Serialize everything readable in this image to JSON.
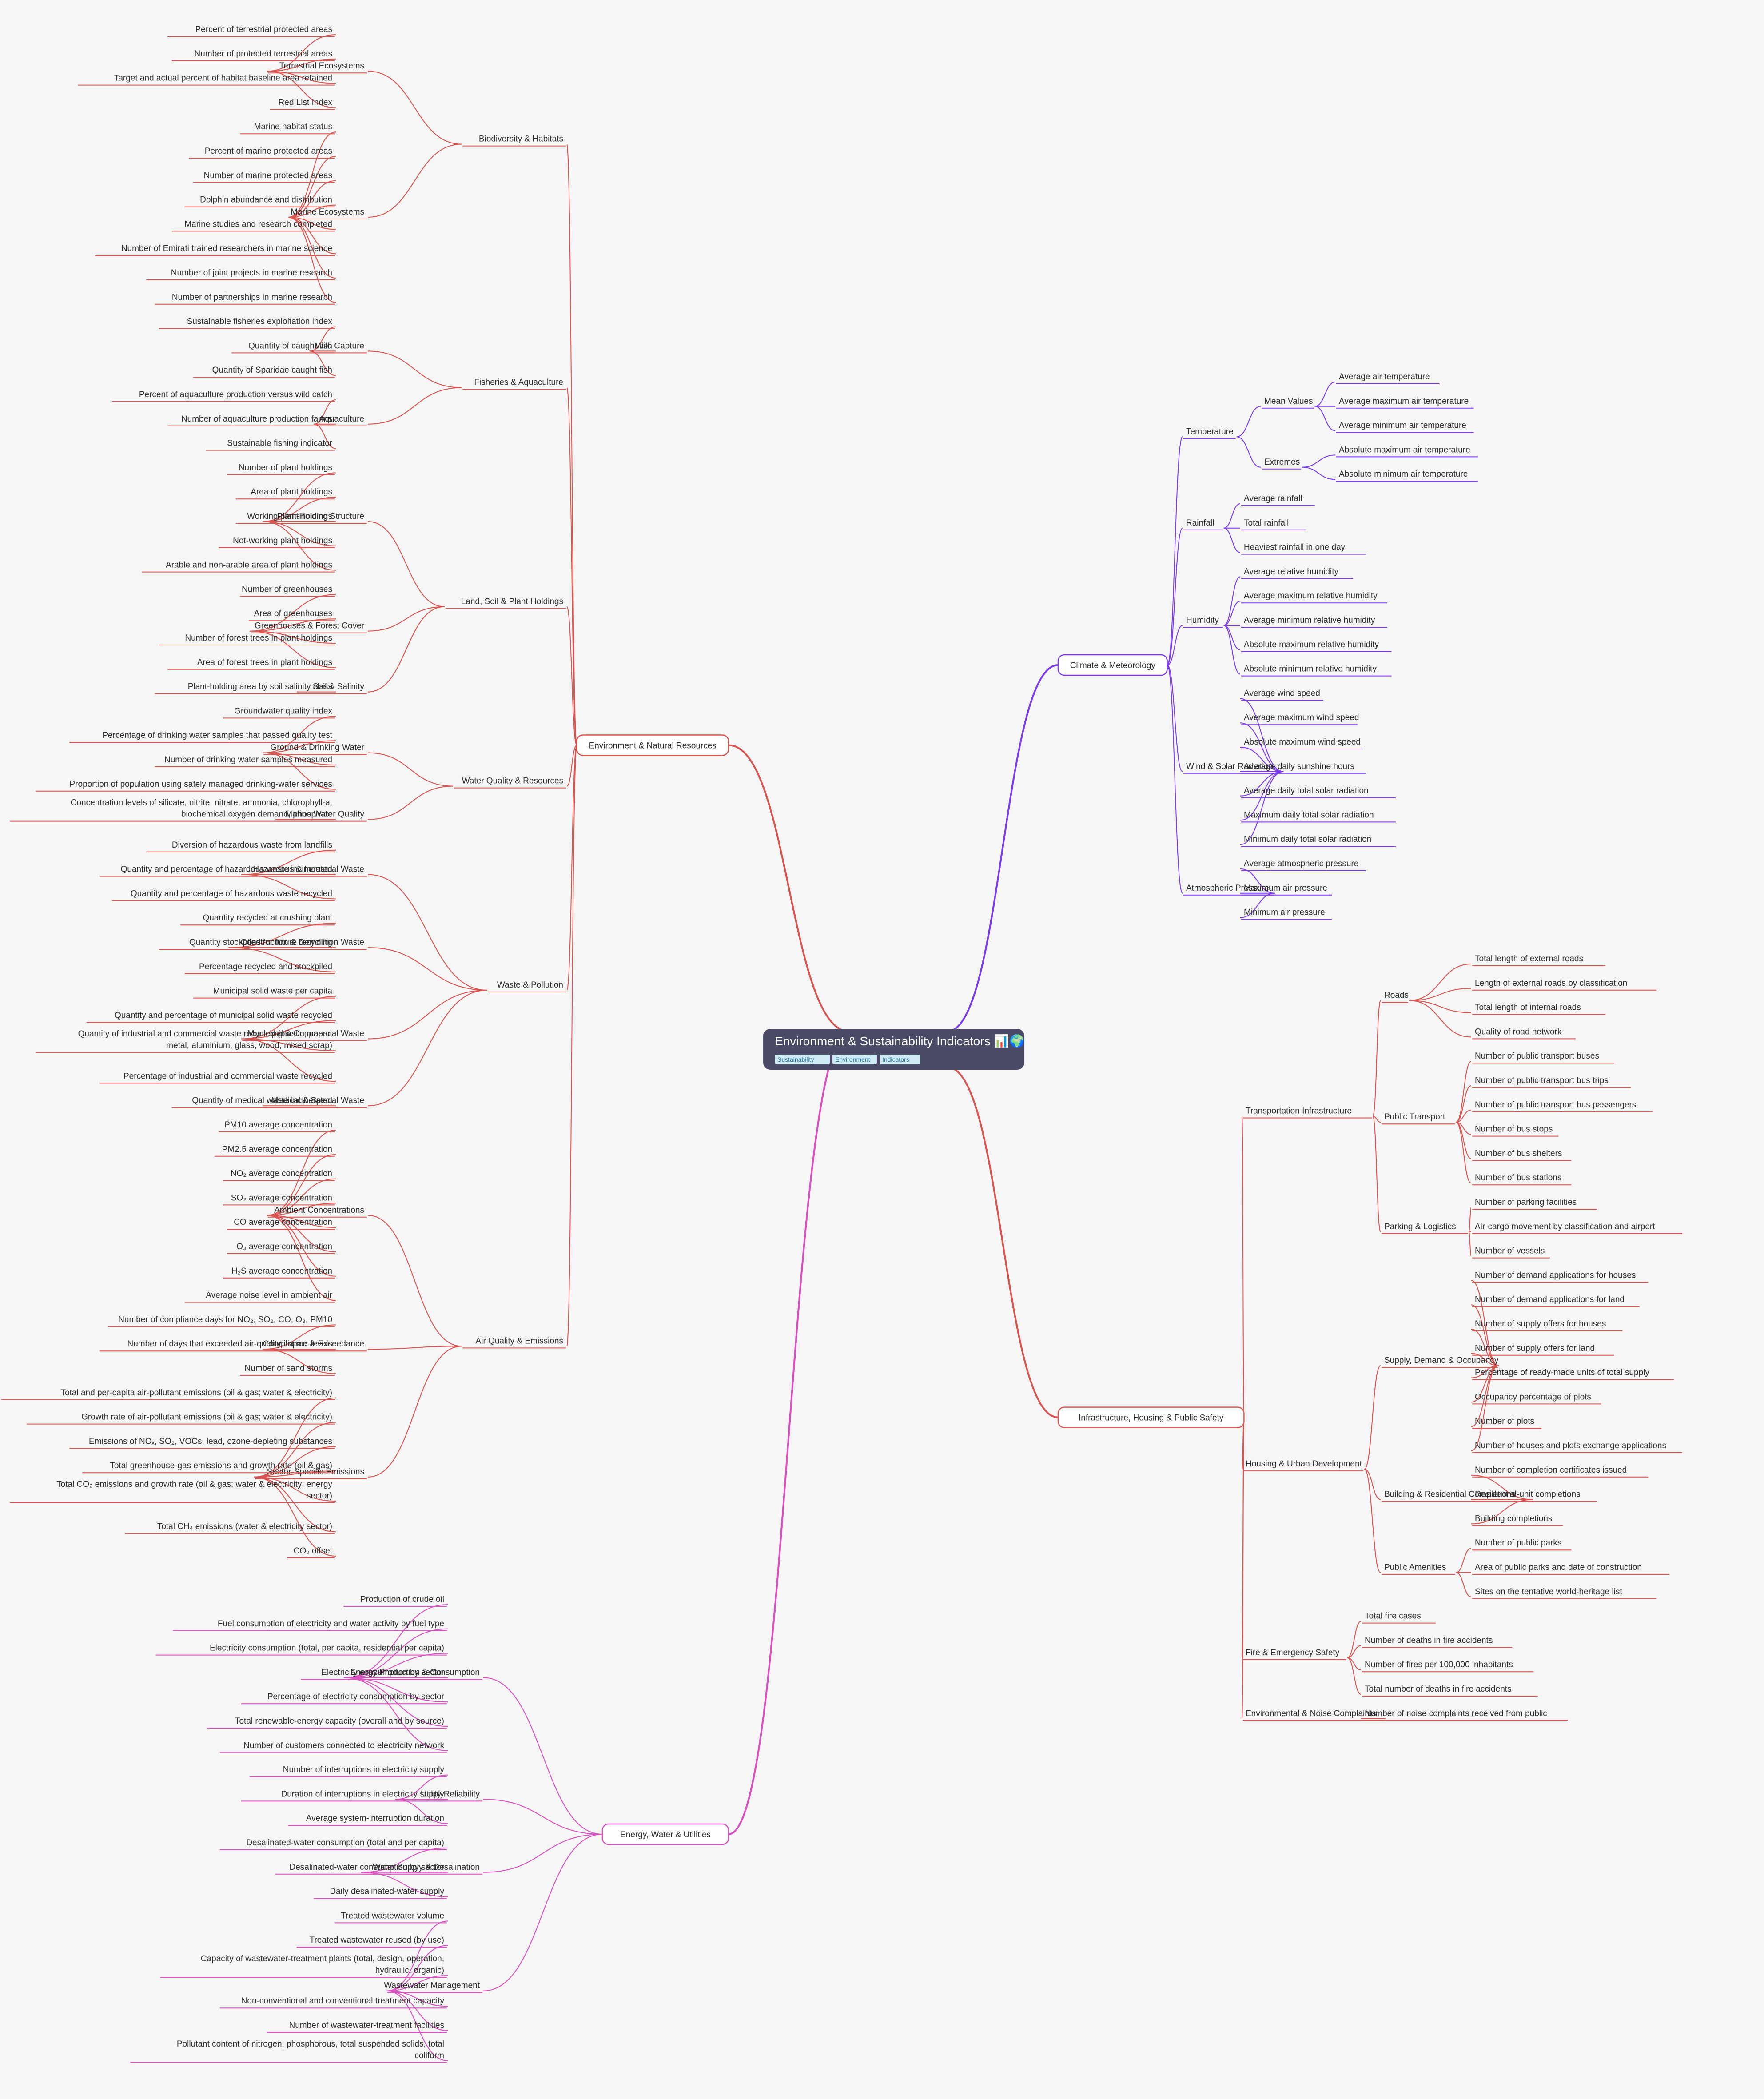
{
  "root": {
    "title": "Environment & Sustainability Indicators 📊🌍",
    "tags": [
      "Sustainability",
      "Environment",
      "Indicators"
    ]
  },
  "colors": {
    "red": "#d9534f",
    "purple": "#7c3aed",
    "pink": "#d94fc0"
  },
  "branches": [
    {
      "label": "Environment & Natural Resources",
      "side": "left",
      "color": "red",
      "children": [
        {
          "label": "Biodiversity & Habitats",
          "children": [
            {
              "label": "Terrestrial Ecosystems",
              "children": [
                {
                  "label": "Percent of terrestrial protected areas"
                },
                {
                  "label": "Number of protected terrestrial areas"
                },
                {
                  "label": "Target and actual percent of habitat baseline area retained"
                },
                {
                  "label": "Red List Index"
                }
              ]
            },
            {
              "label": "Marine Ecosystems",
              "children": [
                {
                  "label": "Marine habitat status"
                },
                {
                  "label": "Percent of marine protected areas"
                },
                {
                  "label": "Number of marine protected areas"
                },
                {
                  "label": "Dolphin abundance and distribution"
                },
                {
                  "label": "Marine studies and research completed"
                },
                {
                  "label": "Number of Emirati trained researchers in marine science"
                },
                {
                  "label": "Number of joint projects in marine research"
                },
                {
                  "label": "Number of partnerships in marine research"
                }
              ]
            }
          ]
        },
        {
          "label": "Fisheries & Aquaculture",
          "children": [
            {
              "label": "Wild Capture",
              "children": [
                {
                  "label": "Sustainable fisheries exploitation index"
                },
                {
                  "label": "Quantity of caught fish"
                },
                {
                  "label": "Quantity of Sparidae caught fish"
                }
              ]
            },
            {
              "label": "Aquaculture",
              "children": [
                {
                  "label": "Percent of aquaculture production versus wild catch"
                },
                {
                  "label": "Number of aquaculture production farms"
                },
                {
                  "label": "Sustainable fishing indicator"
                }
              ]
            }
          ]
        },
        {
          "label": "Land, Soil & Plant Holdings",
          "children": [
            {
              "label": "Plant-Holding Structure",
              "children": [
                {
                  "label": "Number of plant holdings"
                },
                {
                  "label": "Area of plant holdings"
                },
                {
                  "label": "Working plant holdings"
                },
                {
                  "label": "Not-working plant holdings"
                },
                {
                  "label": "Arable and non-arable area of plant holdings"
                }
              ]
            },
            {
              "label": "Greenhouses & Forest Cover",
              "children": [
                {
                  "label": "Number of greenhouses"
                },
                {
                  "label": "Area of greenhouses"
                },
                {
                  "label": "Number of forest trees in plant holdings"
                },
                {
                  "label": "Area of forest trees in plant holdings"
                }
              ]
            },
            {
              "label": "Soil & Salinity",
              "children": [
                {
                  "label": "Plant-holding area by soil salinity class"
                }
              ]
            }
          ]
        },
        {
          "label": "Water Quality & Resources",
          "children": [
            {
              "label": "Ground & Drinking Water",
              "children": [
                {
                  "label": "Groundwater quality index"
                },
                {
                  "label": "Percentage of drinking water samples that passed quality test"
                },
                {
                  "label": "Number of drinking water samples measured"
                },
                {
                  "label": "Proportion of population using safely managed drinking-water services"
                }
              ]
            },
            {
              "label": "Marine Water Quality",
              "children": [
                {
                  "label": "Concentration levels of silicate, nitrite, nitrate, ammonia, chlorophyll-a,|biochemical oxygen demand, phosphate"
                }
              ]
            }
          ]
        },
        {
          "label": "Waste & Pollution",
          "children": [
            {
              "label": "Hazardous & Industrial Waste",
              "children": [
                {
                  "label": "Diversion of hazardous waste from landfills"
                },
                {
                  "label": "Quantity and percentage of hazardous waste incinerated"
                },
                {
                  "label": "Quantity and percentage of hazardous waste recycled"
                }
              ]
            },
            {
              "label": "Construction & Demolition Waste",
              "children": [
                {
                  "label": "Quantity recycled at crushing plant"
                },
                {
                  "label": "Quantity stockpiled for future recycling"
                },
                {
                  "label": "Percentage recycled and stockpiled"
                }
              ]
            },
            {
              "label": "Municipal & Commercial Waste",
              "children": [
                {
                  "label": "Municipal solid waste per capita"
                },
                {
                  "label": "Quantity and percentage of municipal solid waste recycled"
                },
                {
                  "label": "Quantity of industrial and commercial waste recycled (plastic, paper,|metal, aluminium, glass, wood, mixed scrap)"
                },
                {
                  "label": "Percentage of industrial and commercial waste recycled"
                }
              ]
            },
            {
              "label": "Medical & Special Waste",
              "children": [
                {
                  "label": "Quantity of medical waste incinerated"
                }
              ]
            }
          ]
        },
        {
          "label": "Air Quality & Emissions",
          "children": [
            {
              "label": "Ambient Concentrations",
              "children": [
                {
                  "label": "PM10 average concentration"
                },
                {
                  "label": "PM2.5 average concentration"
                },
                {
                  "label": "NO₂ average concentration"
                },
                {
                  "label": "SO₂ average concentration"
                },
                {
                  "label": "CO average concentration"
                },
                {
                  "label": "O₃ average concentration"
                },
                {
                  "label": "H₂S average concentration"
                },
                {
                  "label": "Average noise level in ambient air"
                }
              ]
            },
            {
              "label": "Compliance & Exceedance",
              "children": [
                {
                  "label": "Number of compliance days for NO₂, SO₂, CO, O₃, PM10"
                },
                {
                  "label": "Number of days that exceeded air-quality impact levels"
                },
                {
                  "label": "Number of sand storms"
                }
              ]
            },
            {
              "label": "Sector-Specific Emissions",
              "children": [
                {
                  "label": "Total and per-capita air-pollutant emissions (oil & gas; water & electricity)"
                },
                {
                  "label": "Growth rate of air-pollutant emissions (oil & gas; water & electricity)"
                },
                {
                  "label": "Emissions of NOₓ, SO₂, VOCs, lead, ozone-depleting substances"
                },
                {
                  "label": "Total greenhouse-gas emissions and growth rate (oil & gas)"
                },
                {
                  "label": "Total CO₂ emissions and growth rate (oil & gas; water & electricity; energy|sector)"
                },
                {
                  "label": "Total CH₄ emissions (water & electricity sector)"
                },
                {
                  "label": "CO₂ offset"
                }
              ]
            }
          ]
        }
      ]
    },
    {
      "label": "Energy, Water & Utilities",
      "side": "left",
      "color": "pink",
      "children": [
        {
          "label": "Energy Production & Consumption",
          "children": [
            {
              "label": "Production of crude oil"
            },
            {
              "label": "Fuel consumption of electricity and water activity by fuel type"
            },
            {
              "label": "Electricity consumption (total, per capita, residential per capita)"
            },
            {
              "label": "Electricity consumption by sector"
            },
            {
              "label": "Percentage of electricity consumption by sector"
            },
            {
              "label": "Total renewable-energy capacity (overall and by source)"
            },
            {
              "label": "Number of customers connected to electricity network"
            }
          ]
        },
        {
          "label": "Utility Reliability",
          "children": [
            {
              "label": "Number of interruptions in electricity supply"
            },
            {
              "label": "Duration of interruptions in electricity supply"
            },
            {
              "label": "Average system-interruption duration"
            }
          ]
        },
        {
          "label": "Water Supply & Desalination",
          "children": [
            {
              "label": "Desalinated-water consumption (total and per capita)"
            },
            {
              "label": "Desalinated-water consumption by sector"
            },
            {
              "label": "Daily desalinated-water supply"
            }
          ]
        },
        {
          "label": "Wastewater Management",
          "children": [
            {
              "label": "Treated wastewater volume"
            },
            {
              "label": "Treated wastewater reused (by use)"
            },
            {
              "label": "Capacity of wastewater-treatment plants (total, design, operation,|hydraulic, organic)"
            },
            {
              "label": "Non-conventional and conventional treatment capacity"
            },
            {
              "label": "Number of wastewater-treatment facilities"
            },
            {
              "label": "Pollutant content of nitrogen, phosphorous, total suspended solids, total|coliform"
            }
          ]
        }
      ]
    },
    {
      "label": "Climate & Meteorology",
      "side": "right",
      "color": "purple",
      "children": [
        {
          "label": "Temperature",
          "children": [
            {
              "label": "Mean Values",
              "children": [
                {
                  "label": "Average air temperature"
                },
                {
                  "label": "Average maximum air temperature"
                },
                {
                  "label": "Average minimum air temperature"
                }
              ]
            },
            {
              "label": "Extremes",
              "children": [
                {
                  "label": "Absolute maximum air temperature"
                },
                {
                  "label": "Absolute minimum air temperature"
                }
              ]
            }
          ]
        },
        {
          "label": "Rainfall",
          "children": [
            {
              "label": "Average rainfall"
            },
            {
              "label": "Total rainfall"
            },
            {
              "label": "Heaviest rainfall in one day"
            }
          ]
        },
        {
          "label": "Humidity",
          "children": [
            {
              "label": "Average relative humidity"
            },
            {
              "label": "Average maximum relative humidity"
            },
            {
              "label": "Average minimum relative humidity"
            },
            {
              "label": "Absolute maximum relative humidity"
            },
            {
              "label": "Absolute minimum relative humidity"
            }
          ]
        },
        {
          "label": "Wind & Solar Radiation",
          "children": [
            {
              "label": "Average wind speed"
            },
            {
              "label": "Average maximum wind speed"
            },
            {
              "label": "Absolute maximum wind speed"
            },
            {
              "label": "Average daily sunshine hours"
            },
            {
              "label": "Average daily total solar radiation"
            },
            {
              "label": "Maximum daily total solar radiation"
            },
            {
              "label": "Minimum daily total solar radiation"
            }
          ]
        },
        {
          "label": "Atmospheric Pressure",
          "children": [
            {
              "label": "Average atmospheric pressure"
            },
            {
              "label": "Maximum air pressure"
            },
            {
              "label": "Minimum air pressure"
            }
          ]
        }
      ]
    },
    {
      "label": "Infrastructure, Housing & Public Safety",
      "side": "right",
      "color": "red",
      "children": [
        {
          "label": "Transportation Infrastructure",
          "children": [
            {
              "label": "Roads",
              "children": [
                {
                  "label": "Total length of external roads"
                },
                {
                  "label": "Length of external roads by classification"
                },
                {
                  "label": "Total length of internal roads"
                },
                {
                  "label": "Quality of road network"
                }
              ]
            },
            {
              "label": "Public Transport",
              "children": [
                {
                  "label": "Number of public transport buses"
                },
                {
                  "label": "Number of public transport bus trips"
                },
                {
                  "label": "Number of public transport bus passengers"
                },
                {
                  "label": "Number of bus stops"
                },
                {
                  "label": "Number of bus shelters"
                },
                {
                  "label": "Number of bus stations"
                }
              ]
            },
            {
              "label": "Parking & Logistics",
              "children": [
                {
                  "label": "Number of parking facilities"
                },
                {
                  "label": "Air-cargo movement by classification and airport"
                },
                {
                  "label": "Number of vessels"
                }
              ]
            }
          ]
        },
        {
          "label": "Housing & Urban Development",
          "children": [
            {
              "label": "Supply, Demand & Occupancy",
              "children": [
                {
                  "label": "Number of demand applications for houses"
                },
                {
                  "label": "Number of demand applications for land"
                },
                {
                  "label": "Number of supply offers for houses"
                },
                {
                  "label": "Number of supply offers for land"
                },
                {
                  "label": "Percentage of ready-made units of total supply"
                },
                {
                  "label": "Occupancy percentage of plots"
                },
                {
                  "label": "Number of plots"
                },
                {
                  "label": "Number of houses and plots exchange applications"
                }
              ]
            },
            {
              "label": "Building & Residential Completions",
              "children": [
                {
                  "label": "Number of completion certificates issued"
                },
                {
                  "label": "Residential-unit completions"
                },
                {
                  "label": "Building completions"
                }
              ]
            },
            {
              "label": "Public Amenities",
              "children": [
                {
                  "label": "Number of public parks"
                },
                {
                  "label": "Area of public parks and date of construction"
                },
                {
                  "label": "Sites on the tentative world-heritage list"
                }
              ]
            }
          ]
        },
        {
          "label": "Fire & Emergency Safety",
          "children": [
            {
              "label": "Total fire cases"
            },
            {
              "label": "Number of deaths in fire accidents"
            },
            {
              "label": "Number of fires per 100,000 inhabitants"
            },
            {
              "label": "Total number of deaths in fire accidents"
            }
          ]
        },
        {
          "label": "Environmental & Noise Complaints",
          "children": [
            {
              "label": "Number of noise complaints received from public"
            }
          ]
        }
      ]
    }
  ]
}
